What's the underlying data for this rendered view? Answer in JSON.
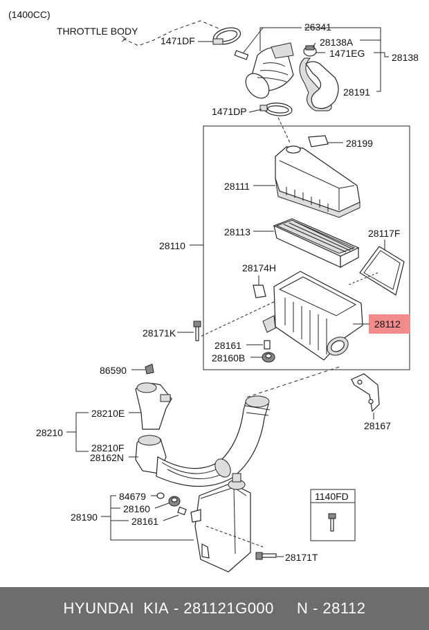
{
  "header": {
    "engine": "(1400CC)",
    "throttle_body": "THROTTLE BODY"
  },
  "labels": {
    "l1471df": "1471DF",
    "l26341": "26341",
    "l28138a": "28138A",
    "l1471eg": "1471EG",
    "l28138": "28138",
    "l28191": "28191",
    "l1471dp": "1471DP",
    "l28199": "28199",
    "l28111": "28111",
    "l28113": "28113",
    "l28117f": "28117F",
    "l28110": "28110",
    "l28174h": "28174H",
    "l28112": "28112",
    "l28171k": "28171K",
    "l28161a": "28161",
    "l28160b": "28160B",
    "l86590": "86590",
    "l28167": "28167",
    "l28210e": "28210E",
    "l28210": "28210",
    "l28210f": "28210F",
    "l28162n": "28162N",
    "l84679": "84679",
    "l28160": "28160",
    "l28161b": "28161",
    "l28190": "28190",
    "l1140fd": "1140FD",
    "l28171t": "28171T"
  },
  "highlight_color": "#f28b8b",
  "footer": {
    "brand": "HYUNDAI  KIA",
    "sep1": " - ",
    "part_number": "281121G000",
    "gap": "     ",
    "n_label": "N - 28112"
  }
}
